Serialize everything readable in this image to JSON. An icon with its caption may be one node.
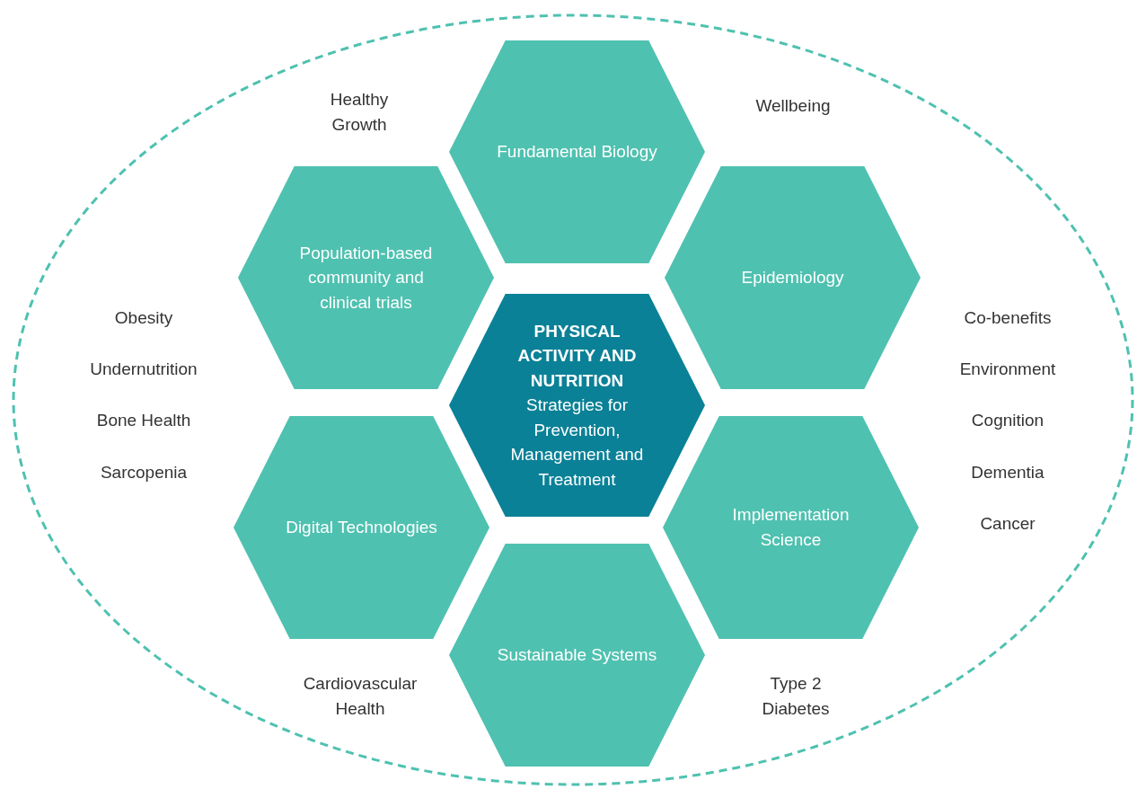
{
  "diagram": {
    "nodes": [
      {
        "text": [
          "Fundamental Biology"
        ]
      },
      {
        "text": [
          "Population-based community and clinical trials"
        ]
      },
      {
        "text": [
          "Epidemiology"
        ]
      },
      {
        "text": [
          "PHYSICAL ACTIVITY AND NUTRITION",
          "Strategies for Prevention, Management and Treatment"
        ]
      },
      {
        "text": [
          "Digital Technologies"
        ]
      },
      {
        "text": [
          "Implementation Science"
        ]
      },
      {
        "text": [
          "Sustainable Systems"
        ]
      }
    ],
    "labels": [
      "Healthy Growth",
      "Wellbeing",
      "Obesity",
      "Co-benefits",
      "Undernutrition",
      "Environment",
      "Bone Health",
      "Cognition",
      "Sarcopenia",
      "Dementia",
      "Cancer",
      "Cardiovascular Health",
      "Type 2 Diabetes"
    ]
  }
}
